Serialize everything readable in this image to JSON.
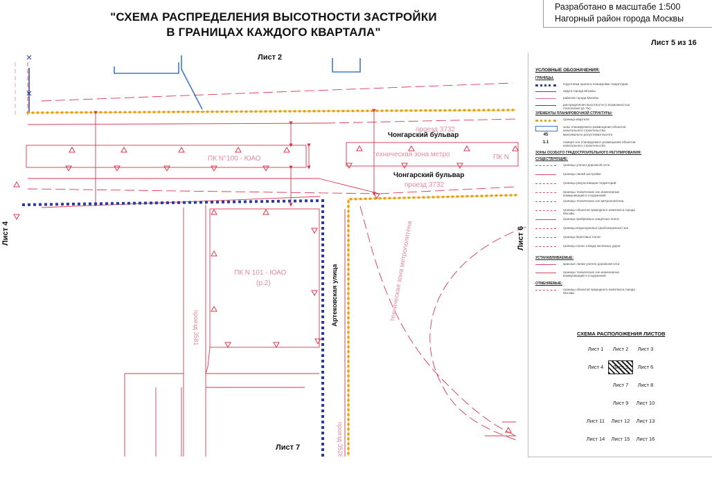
{
  "title": {
    "line1": "\"СХЕМА РАСПРЕДЕЛЕНИЯ ВЫСОТНОСТИ ЗАСТРОЙКИ",
    "line2": "В ГРАНИЦАХ КАЖДОГО КВАРТАЛА\""
  },
  "scale": {
    "line1": "Разработано в масштабе 1:500",
    "line2": "Нагорный район города Москвы"
  },
  "sheet_number": "Лист 5 из 16",
  "sheet_labels": {
    "top": "Лист 2",
    "left": "Лист 4",
    "right": "Лист 6",
    "bottom": "Лист 7"
  },
  "map_labels": {
    "street1": "Чонгарский бульвар",
    "street2": "Чонгарский бульвар",
    "street3": "Артековская улица",
    "proezd_top": "проезд 3732",
    "proezd_bottom": "проезд 3732",
    "proezd_vert": "проезд 3581",
    "proezd_bottom_vert": "проезд 3528",
    "zone_metro": "техническая зона метро",
    "zone_metro_vert": "техническая зона метрополитена",
    "pk_100": "ПК N°100 - ЮАО",
    "pk_101": "ПК N 101 - ЮАО",
    "pk_101_sub": "(р.2)",
    "pk_n": "ПК N"
  },
  "legend": {
    "title": "УСЛОВНЫЕ ОБОЗНАЧЕНИЯ:",
    "section_borders": "ГРАНИЦЫ:",
    "items_1": [
      {
        "text": "подготовки проекта планировки территории",
        "color": "#2a3c9a",
        "style": "dots"
      },
      {
        "text": "округа города Москвы",
        "color": "#c0185a",
        "style": "line"
      },
      {
        "text": "районов города Москвы",
        "color": "#e36aa0",
        "style": "line"
      },
      {
        "text": "распределения высотности (с возможностью отклонения до 7м)",
        "color": "#8b2a7a",
        "style": "line"
      }
    ],
    "section_plan": "ЭЛЕМЕНТЫ ПЛАНИРОВОЧНОЙ СТРУКТУРЫ:",
    "items_2": [
      {
        "text": "граница квартала",
        "color": "#e6a317",
        "style": "dots"
      },
      {
        "text": "зоны планируемого размещения объектов капитального строительства",
        "color": "#3b7ac9",
        "style": "box"
      },
      {
        "text": "максимально допустимая высота",
        "color": "#222",
        "style": "num",
        "sym": "45"
      },
      {
        "text": "номера зон планируемого размещения объектов капитального строительства",
        "color": "#222",
        "style": "num",
        "sym": "1.1"
      }
    ],
    "section_zones": "ЗОНЫ ОСОБОГО ГРАДОСТРОИТЕЛЬНОГО РЕГУЛИРОВАНИЯ:",
    "section_existing": "СУЩЕСТВУЮЩИЕ:",
    "items_3": [
      {
        "text": "границы улично-дорожной сети",
        "color": "#d24b5a",
        "style": "dash"
      },
      {
        "text": "границы линий застройки",
        "color": "#d24b5a",
        "style": "line"
      },
      {
        "text": "границы рекультивации территорий",
        "color": "#d24b5a",
        "style": "dash"
      },
      {
        "text": "границы технических зон инженерных коммуникаций и сооружений",
        "color": "#d24b5a",
        "style": "dash"
      },
      {
        "text": "границы технических зон метрополитена",
        "color": "#d24b5a",
        "style": "dash"
      },
      {
        "text": "границы объектов природного комплекса города Москвы",
        "color": "#d24b5a",
        "style": "dash"
      },
      {
        "text": "граница прибрежных защитных полос",
        "color": "#d24b5a",
        "style": "cross"
      },
      {
        "text": "границы водоохранных (рыбоохранных) зон",
        "color": "#d24b5a",
        "style": "dash"
      },
      {
        "text": "граница береговых полос",
        "color": "#d24b5a",
        "style": "dash"
      },
      {
        "text": "границы полос отвода железных дорог",
        "color": "#d24b5a",
        "style": "dash"
      }
    ],
    "section_establish": "УСТАНАВЛИВАЕМЫЕ:",
    "items_4": [
      {
        "text": "красные линии улично-дорожной сети",
        "color": "#d24b5a",
        "style": "line"
      },
      {
        "text": "границы технических зон инженерных коммуникаций и сооружений",
        "color": "#d24b5a",
        "style": "cross"
      }
    ],
    "section_cancel": "ОТМЕНЯЕМЫЕ:",
    "items_5": [
      {
        "text": "границы объектов природного комплекса города Москвы",
        "color": "#d24b5a",
        "style": "tri"
      }
    ]
  },
  "minimap": {
    "title": "СХЕМА РАСПОЛОЖЕНИЯ ЛИСТОВ",
    "sheets": [
      "Лист 1",
      "Лист 2",
      "Лист 3",
      "Лист 4",
      "Лист 5",
      "Лист 6",
      "Лист 7",
      "Лист 8",
      "Лист 9",
      "Лист 10",
      "Лист 11",
      "Лист 12",
      "Лист 13",
      "Лист 14",
      "Лист 15",
      "Лист 16"
    ],
    "current": "Лист 5"
  },
  "colors": {
    "red": "#d9364d",
    "pink": "#e48aa0",
    "orange": "#e6a317",
    "blue": "#2a3c9a",
    "lightblue": "#3b7ac9",
    "purple": "#8b2a7a"
  }
}
